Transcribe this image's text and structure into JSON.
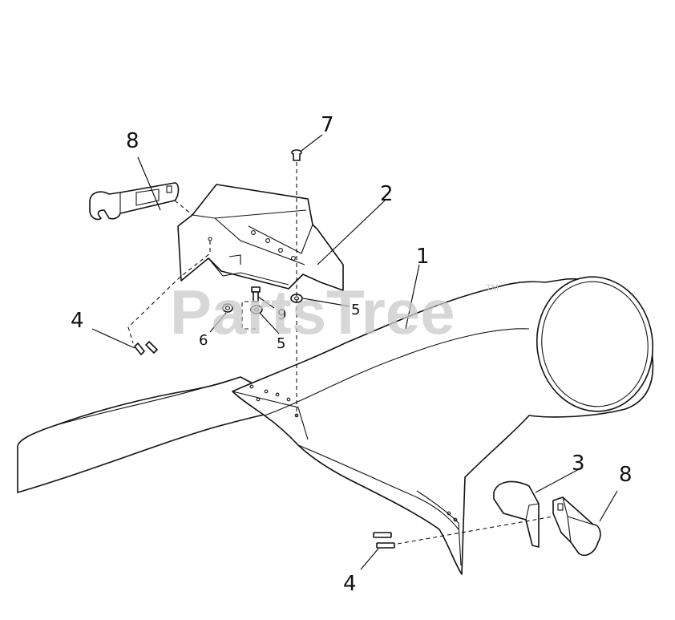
{
  "watermark": {
    "text": "PartsTree",
    "trademark": "TM"
  },
  "callouts": [
    {
      "id": "1",
      "label": "1"
    },
    {
      "id": "2",
      "label": "2"
    },
    {
      "id": "3",
      "label": "3"
    },
    {
      "id": "4a",
      "label": "4"
    },
    {
      "id": "4b",
      "label": "4"
    },
    {
      "id": "5a",
      "label": "5"
    },
    {
      "id": "5b",
      "label": "5"
    },
    {
      "id": "6",
      "label": "6"
    },
    {
      "id": "7",
      "label": "7"
    },
    {
      "id": "8a",
      "label": "8"
    },
    {
      "id": "8b",
      "label": "8"
    },
    {
      "id": "9",
      "label": "9"
    }
  ]
}
